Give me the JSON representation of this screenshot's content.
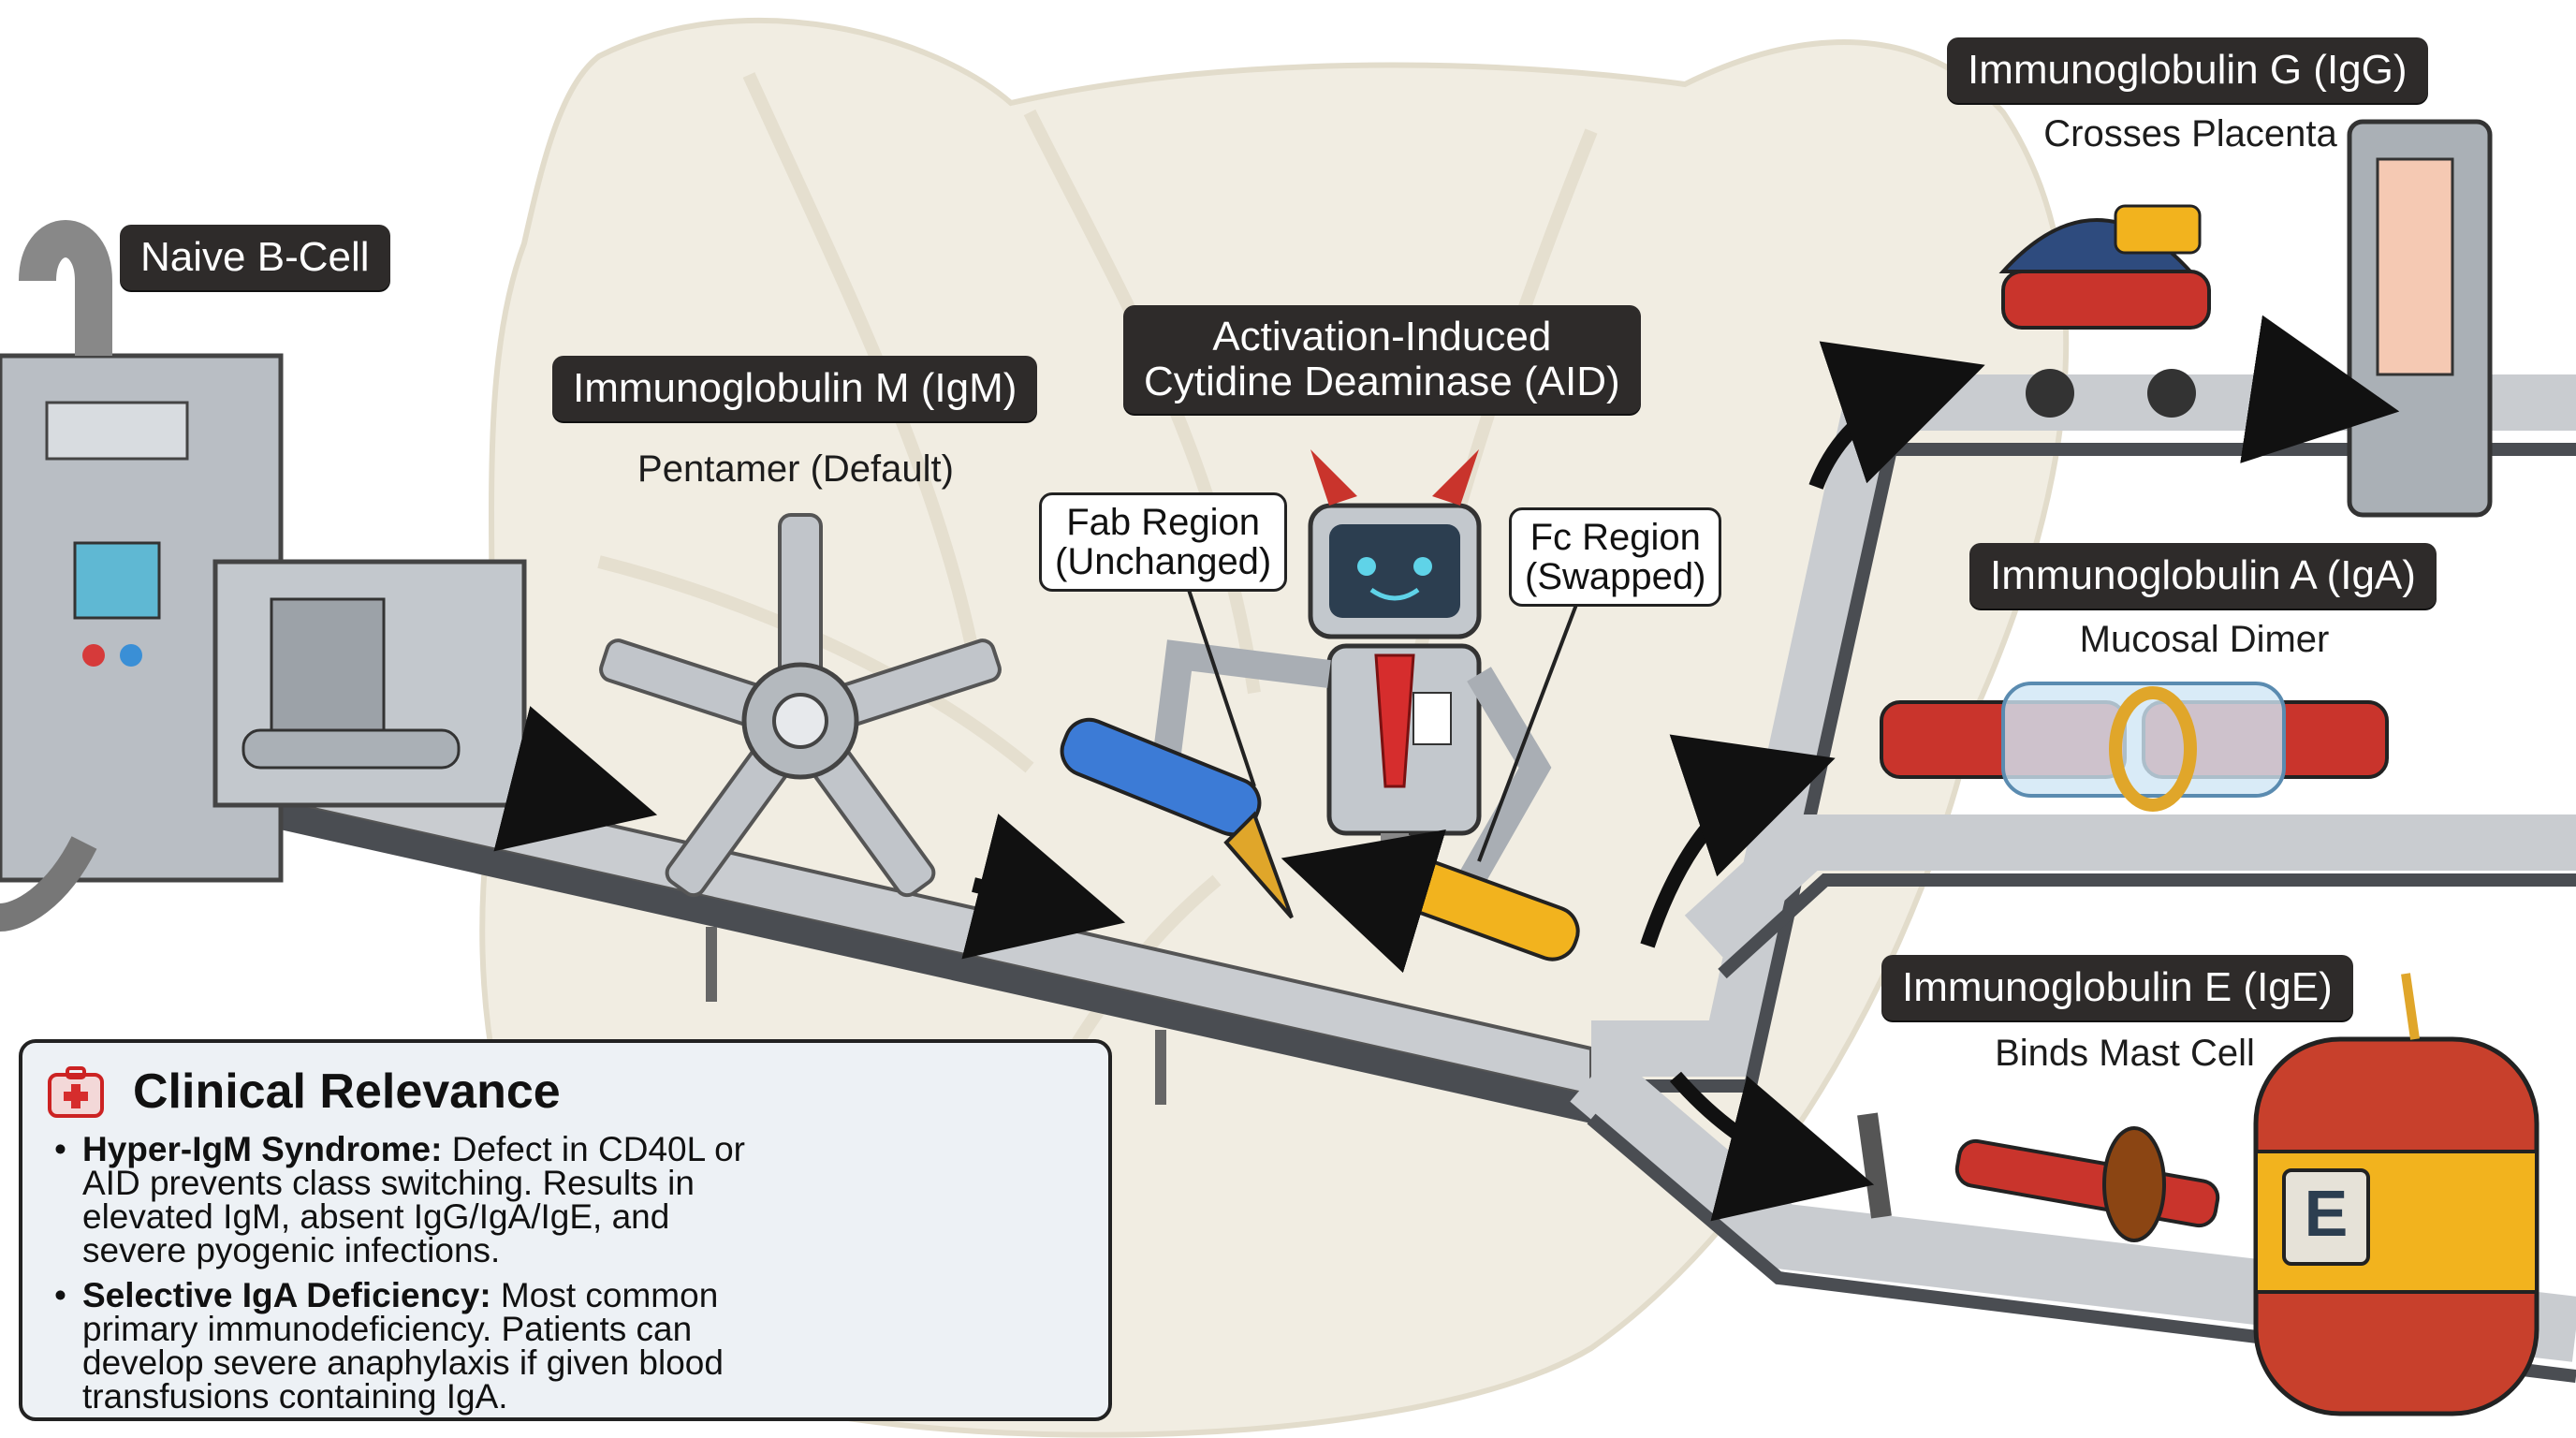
{
  "labels": {
    "naive_b_cell": "Naive B-Cell",
    "igm_title": "Immunoglobulin M (IgM)",
    "igm_sub": "Pentamer (Default)",
    "aid_line1": "Activation-Induced",
    "aid_line2": "Cytidine Deaminase (AID)",
    "fab_line1": "Fab Region",
    "fab_line2": "(Unchanged)",
    "fc_line1": "Fc Region",
    "fc_line2": "(Swapped)",
    "igg_title": "Immunoglobulin G (IgG)",
    "igg_sub": "Crosses Placenta",
    "iga_title": "Immunoglobulin A (IgA)",
    "iga_sub": "Mucosal Dimer",
    "ige_title": "Immunoglobulin E (IgE)",
    "ige_sub": "Binds Mast Cell",
    "barrel_letter": "E"
  },
  "clinical": {
    "title": "Clinical Relevance",
    "items": [
      {
        "term": "Hyper-IgM Syndrome:",
        "text": " Defect in CD40L or AID prevents class switching. Results in elevated IgM, absent IgG/IgA/IgE, and severe pyogenic infections."
      },
      {
        "term": "Selective IgA Deficiency:",
        "text": " Most common primary immunodeficiency. Patients can develop severe anaphylaxis if given blood transfusions containing IgA."
      }
    ]
  },
  "icons": {
    "clinical": "first-aid-kit-icon",
    "arrows": "arrow-right-icon"
  },
  "colors": {
    "label_bg": "#2e2b2a",
    "spleen": "#f1ede2",
    "belt": "#c9ccd0",
    "machine": "#b9bec4",
    "panel_bg": "#edf1f5",
    "aid_tie": "#d62d2d",
    "ige_barrel": "#c8402c"
  }
}
